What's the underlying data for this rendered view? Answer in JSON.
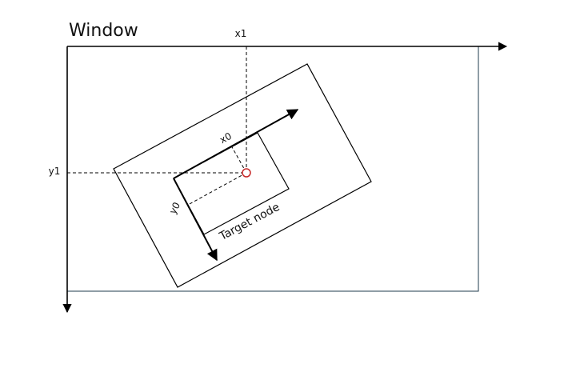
{
  "window": {
    "title": "Window",
    "axis_x_label": "x1",
    "axis_y_label": "y1",
    "border_color": "#1f3b4d"
  },
  "node": {
    "label": "Target node",
    "axis_x_label": "x0",
    "axis_y_label": "y0",
    "marker_color": "#c62828",
    "marker_shape": "circle"
  }
}
